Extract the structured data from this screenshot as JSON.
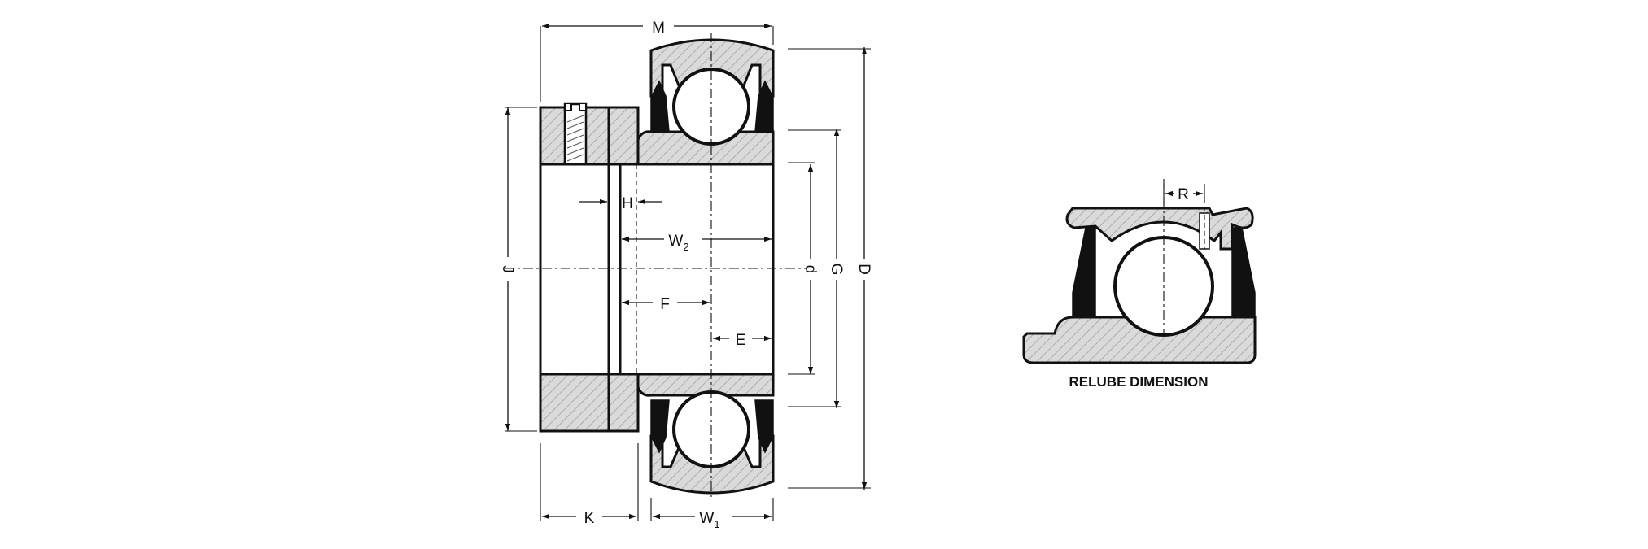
{
  "labels": {
    "M": "M",
    "H": "H",
    "W2": "W",
    "W2_sub": "2",
    "F": "F",
    "E": "E",
    "J": "J",
    "d": "d",
    "G": "G",
    "D": "D",
    "K": "K",
    "W1": "W",
    "W1_sub": "1",
    "R": "R"
  },
  "caption": "RELUBE DIMENSION"
}
